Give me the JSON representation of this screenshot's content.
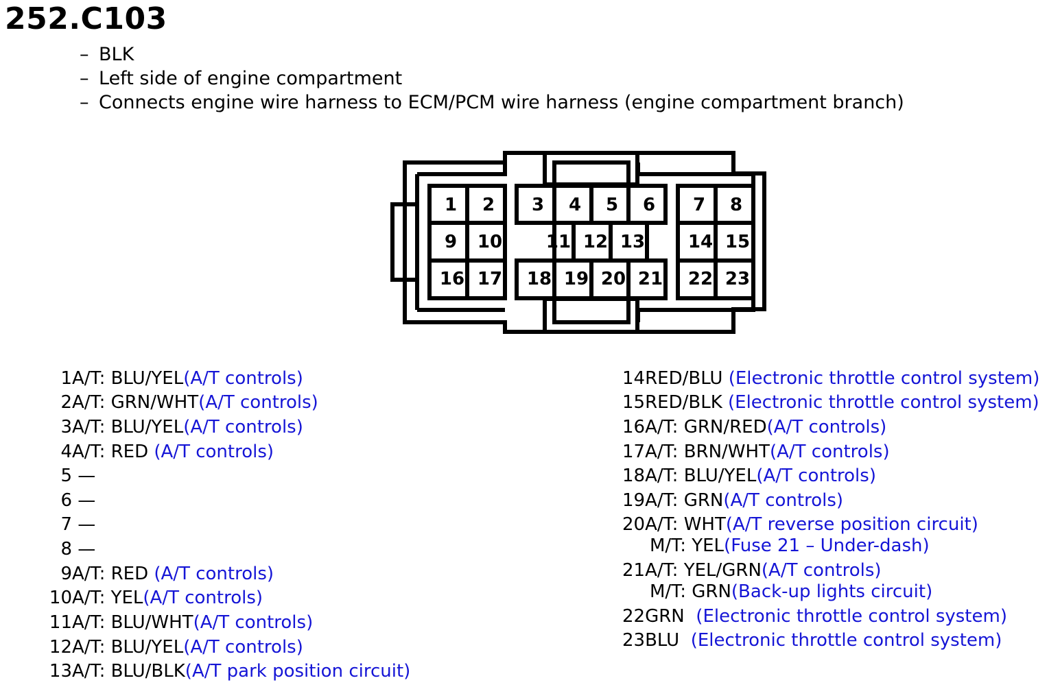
{
  "title": "252.C103",
  "description": [
    "BLK",
    "Left side of engine compartment",
    "Connects engine wire harness to ECM/PCM wire harness (engine compartment branch)"
  ],
  "connector_pins": [
    "1",
    "2",
    "3",
    "4",
    "5",
    "6",
    "7",
    "8",
    "9",
    "10",
    "11",
    "12",
    "13",
    "14",
    "15",
    "16",
    "17",
    "18",
    "19",
    "20",
    "21",
    "22",
    "23"
  ],
  "left_pins": [
    {
      "num": "1",
      "wire": "A/T: BLU/YEL",
      "circuit": "(A/T controls)"
    },
    {
      "num": "2",
      "wire": "A/T: GRN/WHT",
      "circuit": "(A/T controls)"
    },
    {
      "num": "3",
      "wire": "A/T: BLU/YEL",
      "circuit": "(A/T controls)"
    },
    {
      "num": "4",
      "wire": "A/T: RED ",
      "circuit": "(A/T controls)"
    },
    {
      "num": "5",
      "wire": " —",
      "circuit": ""
    },
    {
      "num": "6",
      "wire": " —",
      "circuit": ""
    },
    {
      "num": "7",
      "wire": " —",
      "circuit": ""
    },
    {
      "num": "8",
      "wire": " —",
      "circuit": ""
    },
    {
      "num": "9",
      "wire": "A/T: RED ",
      "circuit": "(A/T controls)"
    },
    {
      "num": "10",
      "wire": "A/T: YEL",
      "circuit": "(A/T controls)"
    },
    {
      "num": "11",
      "wire": "A/T: BLU/WHT",
      "circuit": "(A/T controls)"
    },
    {
      "num": "12",
      "wire": "A/T: BLU/YEL",
      "circuit": "(A/T controls)"
    },
    {
      "num": "13",
      "wire": "A/T: BLU/BLK",
      "circuit": "(A/T park position circuit)"
    }
  ],
  "right_pins": [
    {
      "num": "14",
      "wire": "RED/BLU ",
      "circuit": "(Electronic throttle control system)"
    },
    {
      "num": "15",
      "wire": "RED/BLK ",
      "circuit": "(Electronic throttle control system)"
    },
    {
      "num": "16",
      "wire": "A/T: GRN/RED",
      "circuit": "(A/T controls)"
    },
    {
      "num": "17",
      "wire": "A/T: BRN/WHT",
      "circuit": "(A/T controls)"
    },
    {
      "num": "18",
      "wire": "A/T: BLU/YEL",
      "circuit": "(A/T controls)"
    },
    {
      "num": "19",
      "wire": "A/T: GRN",
      "circuit": "(A/T controls)"
    },
    {
      "num": "20",
      "wire": "A/T: WHT",
      "circuit": "(A/T reverse position circuit)"
    },
    {
      "num": "",
      "wire": "M/T: YEL",
      "circuit": "(Fuse 21 – Under-dash)"
    },
    {
      "num": "21",
      "wire": "A/T: YEL/GRN",
      "circuit": "(A/T controls)"
    },
    {
      "num": "",
      "wire": "M/T: GRN",
      "circuit": "(Back-up lights circuit)"
    },
    {
      "num": "22",
      "wire": "GRN  ",
      "circuit": "(Electronic throttle control system)"
    },
    {
      "num": "23",
      "wire": "BLU  ",
      "circuit": "(Electronic throttle control system)"
    }
  ],
  "colors": {
    "circuit_text": "#1515d6",
    "outline": "#000000"
  }
}
